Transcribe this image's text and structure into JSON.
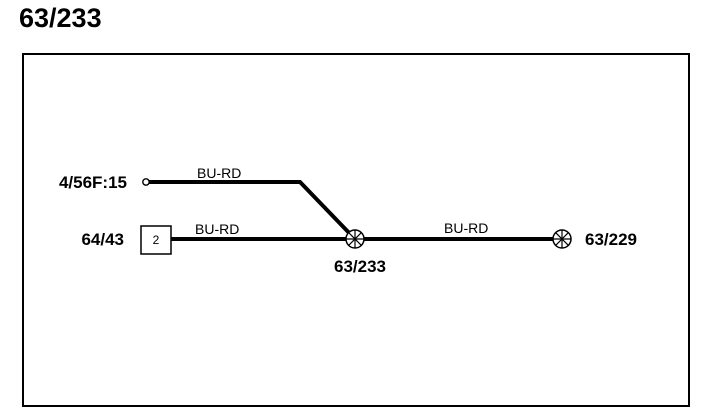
{
  "title": "63/233",
  "diagram": {
    "connectors": {
      "left_top": "4/56F:15",
      "left_bottom": "64/43",
      "left_bottom_pin": "2",
      "center_splice": "63/233",
      "right_splice": "63/229"
    },
    "wires": {
      "upper": "BU-RD",
      "lower": "BU-RD",
      "right": "BU-RD"
    }
  }
}
